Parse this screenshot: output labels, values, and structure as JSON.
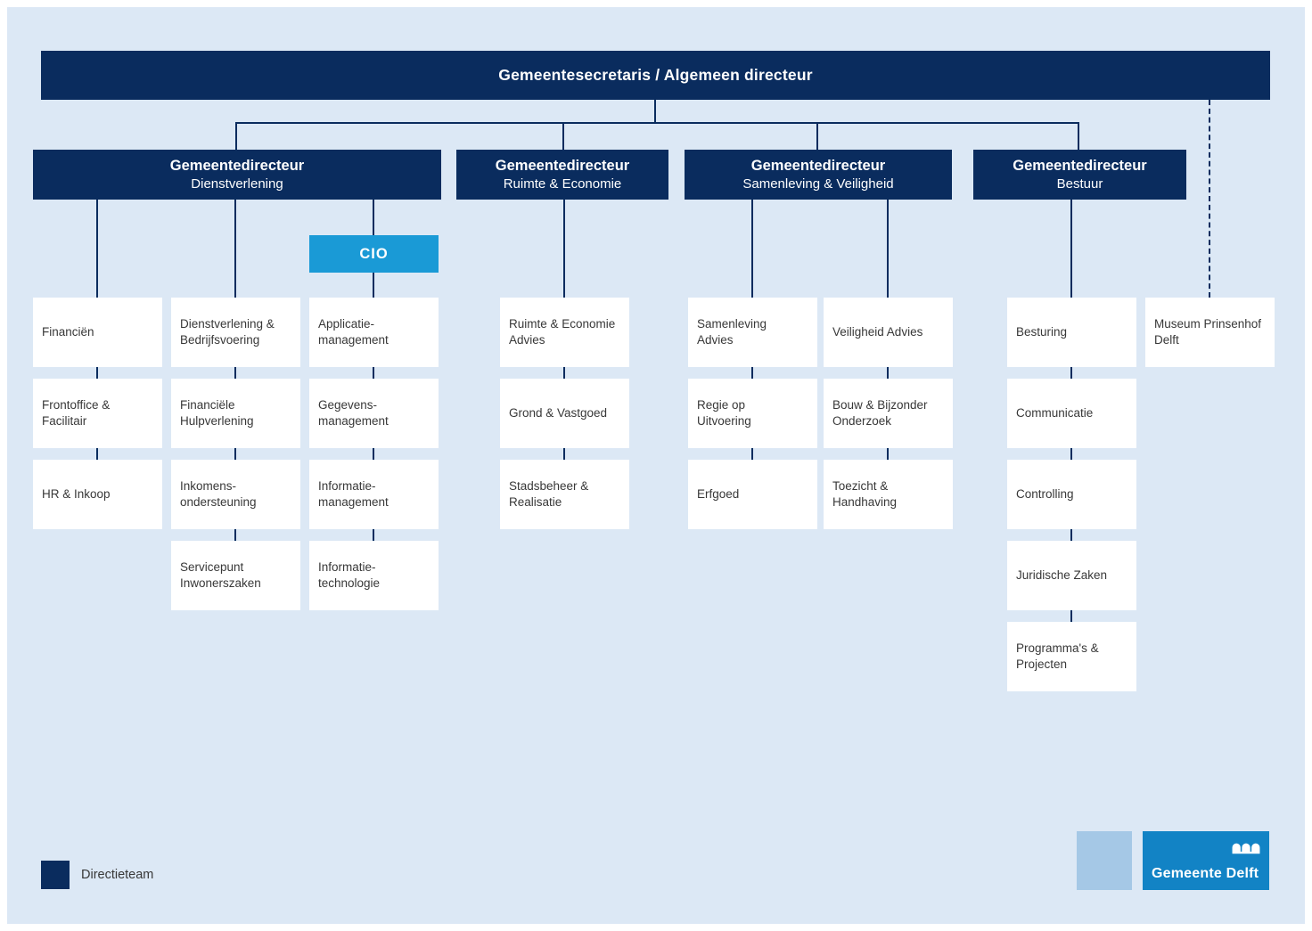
{
  "palette": {
    "navy": "#0a2c5e",
    "background": "#dce8f5",
    "cio_blue": "#1a9ad6",
    "logo_blue": "#1283c5",
    "logo_light_blue": "#a5c8e6",
    "box_text": "#383838",
    "box_fill": "#ffffff"
  },
  "banner": {
    "label": "Gemeentesecretaris / Algemeen directeur"
  },
  "directors": [
    {
      "title": "Gemeentedirecteur",
      "subtitle": "Dienstverlening"
    },
    {
      "title": "Gemeentedirecteur",
      "subtitle": "Ruimte & Economie"
    },
    {
      "title": "Gemeentedirecteur",
      "subtitle": "Samenleving & Veiligheid"
    },
    {
      "title": "Gemeentedirecteur",
      "subtitle": "Bestuur"
    }
  ],
  "cio": {
    "label": "CIO"
  },
  "columns": [
    {
      "parent": "Gemeentedirecteur Dienstverlening",
      "items": [
        "Financiën",
        "Frontoffice &\nFacilitair",
        "HR & Inkoop"
      ]
    },
    {
      "parent": "Gemeentedirecteur Dienstverlening",
      "items": [
        "Dienstverlening &\nBedrijfsvoering",
        "Financiële\nHulpverlening",
        "Inkomens-\nondersteuning",
        "Servicepunt\nInwonerszaken"
      ]
    },
    {
      "parent": "CIO",
      "items": [
        "Applicatie-\nmanagement",
        "Gegevens-\nmanagement",
        "Informatie-\nmanagement",
        "Informatie-\ntechnologie"
      ]
    },
    {
      "parent": "Gemeentedirecteur Ruimte & Economie",
      "items": [
        "Ruimte & Economie\nAdvies",
        "Grond & Vastgoed",
        "Stadsbeheer &\nRealisatie"
      ]
    },
    {
      "parent": "Gemeentedirecteur Samenleving & Veiligheid",
      "items": [
        "Samenleving Advies",
        "Regie op\nUitvoering",
        "Erfgoed"
      ]
    },
    {
      "parent": "Gemeentedirecteur Samenleving & Veiligheid",
      "items": [
        "Veiligheid Advies",
        "Bouw & Bijzonder\nOnderzoek",
        "Toezicht &\nHandhaving"
      ]
    },
    {
      "parent": "Gemeentedirecteur Bestuur",
      "items": [
        "Besturing",
        "Communicatie",
        "Controlling",
        "Juridische Zaken",
        "Programma's &\nProjecten"
      ]
    }
  ],
  "museum": {
    "label": "Museum Prinsenhof\nDelft",
    "connection": "dashed"
  },
  "legend": {
    "label": "Directieteam",
    "swatch_color": "#0a2c5e"
  },
  "logo": {
    "label": "Gemeente Delft"
  }
}
